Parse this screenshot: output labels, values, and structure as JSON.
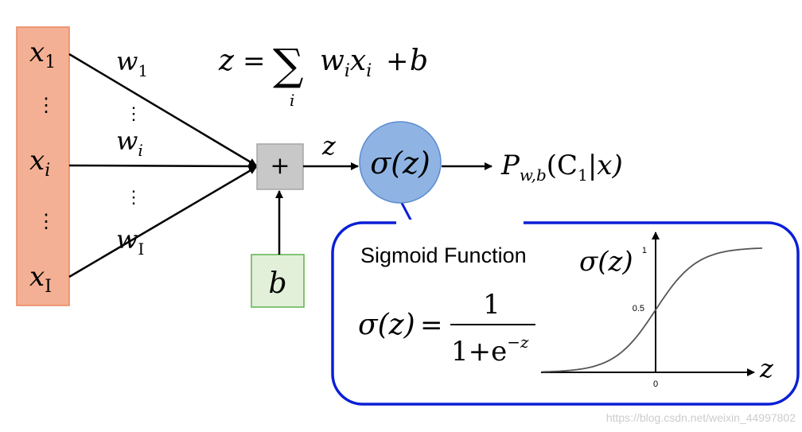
{
  "inputs": [
    {
      "base": "x",
      "sub": "1"
    },
    {
      "base": "x",
      "sub": "i"
    },
    {
      "base": "x",
      "sub": "I"
    }
  ],
  "weights": [
    {
      "base": "w",
      "sub": "1"
    },
    {
      "base": "w",
      "sub": "i"
    },
    {
      "base": "w",
      "sub": "I"
    }
  ],
  "ellipsis": "⋮",
  "formula": {
    "z": "z",
    "eq": "=",
    "sum": "∑",
    "sum_index": "i",
    "w": "w",
    "w_sub": "i",
    "x": "x",
    "x_sub": "i",
    "plus": "+",
    "b": "b"
  },
  "sum_node": {
    "label": "+"
  },
  "bias": {
    "label": "b"
  },
  "edge_z_label": "z",
  "sigma_node": {
    "label": "σ(z)"
  },
  "output": {
    "P": "P",
    "sub": "w,b",
    "paren": "(C",
    "c_sub": "1",
    "rest": "|x)"
  },
  "callout": {
    "title": "Sigmoid Function",
    "sigma_label": "σ(z)",
    "formula": {
      "lhs": "σ(z)",
      "eq": "=",
      "numerator": "1",
      "denom_base": "1+e",
      "denom_exp": "−z"
    }
  },
  "sigmoid_plot": {
    "type": "line",
    "y_label": "σ(z)",
    "x_label": "z",
    "y_ticks": [
      "1",
      "0.5"
    ],
    "x_ticks": [
      "0"
    ]
  },
  "watermark": "https://blog.csdn.net/weixin_44997802",
  "colors": {
    "input_fill": "#f4b094",
    "input_border": "#e9875f",
    "sum_fill": "#c8c8c8",
    "sum_border": "#a6a6a6",
    "bias_fill": "#e2f0d9",
    "bias_border": "#5eb34f",
    "sigma_fill": "#8fb4e3",
    "sigma_border": "#5b8bd0",
    "callout_border": "#0b1fd6",
    "curve": "#555555"
  }
}
